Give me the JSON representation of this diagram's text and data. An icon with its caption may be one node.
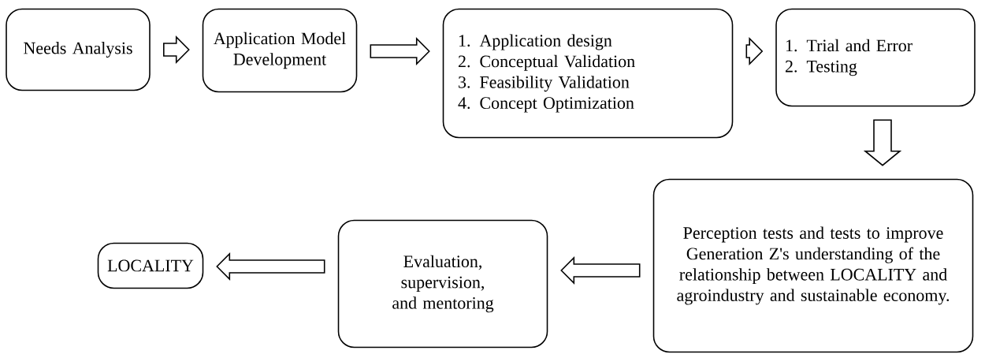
{
  "diagram": {
    "nodes": [
      {
        "text": [
          "Needs Analysis"
        ]
      },
      {
        "text": [
          "Application Model Development"
        ]
      },
      {
        "text": [
          "1. Application design",
          "2. Conceptual Validation",
          "3. Feasibility Validation",
          "4. Concept Optimization"
        ]
      },
      {
        "text": [
          "1.  Trial and Error",
          "2.  Testing"
        ]
      },
      {
        "text": [
          "Perception tests and tests to improve Generation Z's understanding of the relationship between LOCALITY and agroindustry and sustainable economy."
        ]
      },
      {
        "text": [
          "Evaluation, supervision, and mentoring"
        ]
      },
      {
        "text": [
          "LOCALITY"
        ]
      }
    ],
    "edges": [
      {
        "from": 0,
        "to": 1,
        "arrow": "to"
      },
      {
        "from": 1,
        "to": 2,
        "arrow": "to"
      },
      {
        "from": 2,
        "to": 3,
        "arrow": "to"
      },
      {
        "from": 3,
        "to": 4,
        "arrow": "to"
      },
      {
        "from": 4,
        "to": 5,
        "arrow": "to"
      },
      {
        "from": 5,
        "to": 6,
        "arrow": "to"
      }
    ]
  }
}
